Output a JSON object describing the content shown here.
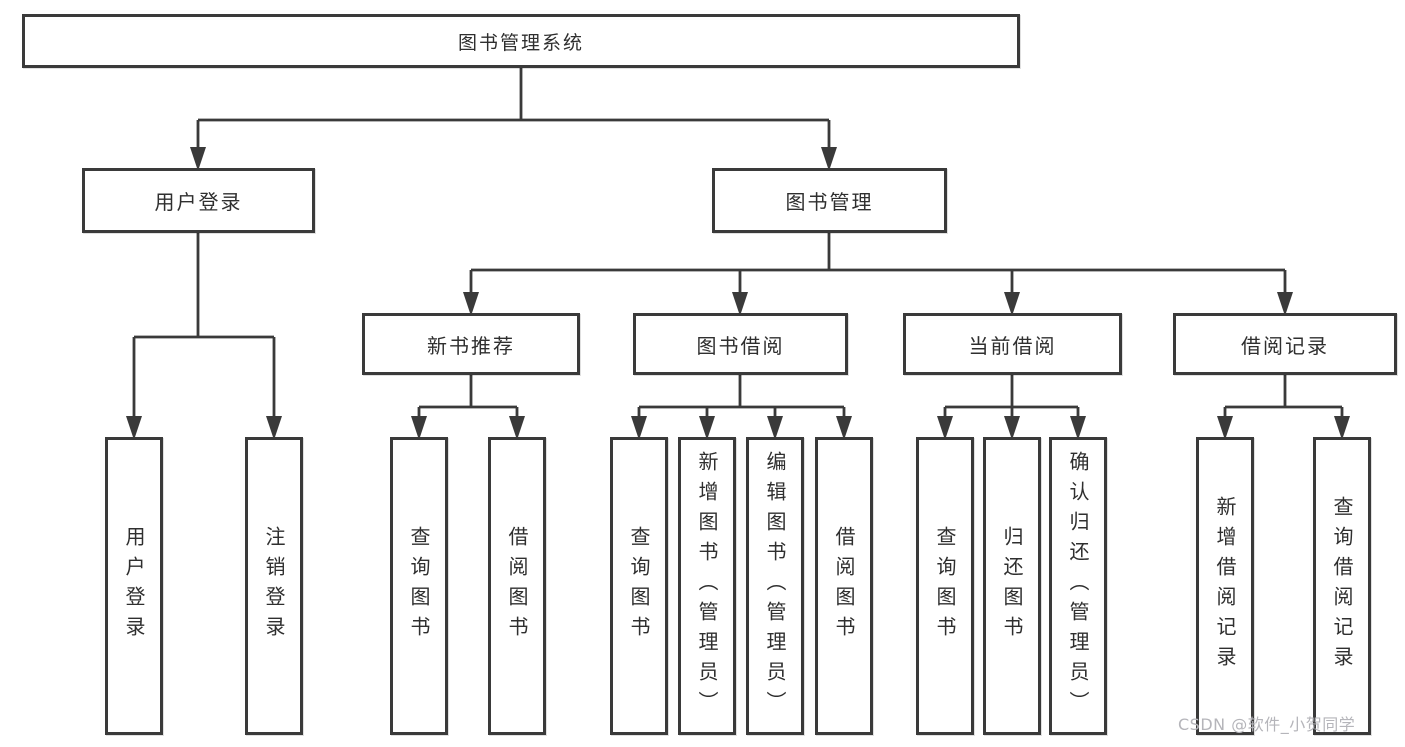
{
  "diagram": {
    "root": {
      "label": "图书管理系统"
    },
    "branches": [
      {
        "label": "用户登录",
        "children": [
          {
            "label": "用户登录"
          },
          {
            "label": "注销登录"
          }
        ]
      },
      {
        "label": "图书管理",
        "children": [
          {
            "label": "新书推荐",
            "children": [
              {
                "label": "查询图书"
              },
              {
                "label": "借阅图书"
              }
            ]
          },
          {
            "label": "图书借阅",
            "children": [
              {
                "label": "查询图书"
              },
              {
                "label": "新增图书（管理员）"
              },
              {
                "label": "编辑图书（管理员）"
              },
              {
                "label": "借阅图书"
              }
            ]
          },
          {
            "label": "当前借阅",
            "children": [
              {
                "label": "查询图书"
              },
              {
                "label": "归还图书"
              },
              {
                "label": "确认归还（管理员）"
              }
            ]
          },
          {
            "label": "借阅记录",
            "children": [
              {
                "label": "新增借阅记录"
              },
              {
                "label": "查询借阅记录"
              }
            ]
          }
        ]
      }
    ]
  },
  "watermark": {
    "text": "CSDN @软件_小贺同学"
  },
  "colors": {
    "line": "#3a3a3a",
    "text": "#2f2f2f",
    "watermark": "#b5b5ba",
    "background": "#ffffff"
  }
}
